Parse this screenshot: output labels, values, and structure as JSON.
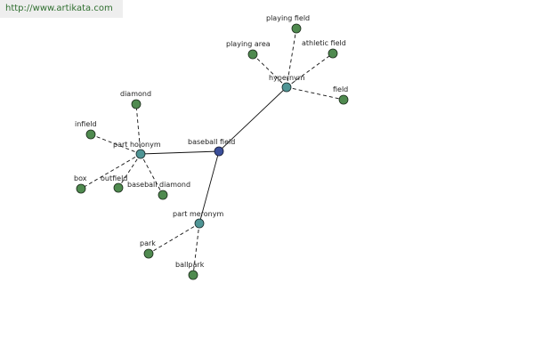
{
  "header": {
    "url_text": "http://www.artikata.com"
  },
  "colors": {
    "root": "#3b4f9a",
    "relation": "#4f9595",
    "leaf": "#4f8a4f",
    "url_text": "#2f6f2f"
  },
  "graph": {
    "root": {
      "label": "baseball field"
    },
    "relations": [
      {
        "label": "hypernym"
      },
      {
        "label": "part holonym"
      },
      {
        "label": "part meronym"
      }
    ],
    "leaves": [
      {
        "label": "playing field",
        "relation": "hypernym"
      },
      {
        "label": "playing area",
        "relation": "hypernym"
      },
      {
        "label": "athletic field",
        "relation": "hypernym"
      },
      {
        "label": "field",
        "relation": "hypernym"
      },
      {
        "label": "diamond",
        "relation": "part holonym"
      },
      {
        "label": "infield",
        "relation": "part holonym"
      },
      {
        "label": "box",
        "relation": "part holonym"
      },
      {
        "label": "outfield",
        "relation": "part holonym"
      },
      {
        "label": "baseball diamond",
        "relation": "part holonym"
      },
      {
        "label": "park",
        "relation": "part meronym"
      },
      {
        "label": "ballpark",
        "relation": "part meronym"
      }
    ]
  }
}
